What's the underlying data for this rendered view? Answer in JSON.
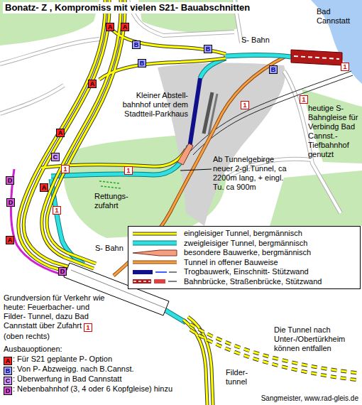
{
  "diagram": {
    "title": "Bonatz- Z , Kompromiss mit vielen S21- Bauabschnitten",
    "labels": [
      "A",
      "A",
      "B",
      "B",
      "B",
      "B",
      "1",
      "1",
      "1",
      "A",
      "A",
      "C",
      "D",
      "1",
      "1",
      "A",
      "1",
      "D",
      "A",
      "D",
      "S- Bahn",
      "Bad Cannstatt",
      "Kleiner Abstell- bahnhof unter dem Stadtteil-Parkhaus",
      "heutige S- Bahngleise für Verbindg Bad Cannst.- Tiefbahnhof genutzt",
      "Ab Tunnelgebirge neuer 2-gl.Tunnel, ca 2200m lang, + eingl. Tu. ca 900m",
      "Rettungs- zufahrt",
      "S- Bahn",
      "Grundversion für Verkehr wie heute: Feuerbacher- und Filder- Tunnel, dazu Bad Cannstatt über Zufahrt",
      "1",
      "(oben rechts)",
      "Ausbauoptionen:",
      "A",
      ": Für S21 geplante P- Option",
      "B",
      ": Von P- Abzweigg. nach B.Cannst.",
      "C",
      ": Überwerfung in Bad Cannstatt",
      "D",
      ": Nebenbahnhof (3, 4 oder 6 Kopfgleise) hinzu",
      "Die Tunnel nach Unter-/Obertürkheim können entfallen",
      "Filder- tunnel",
      "Sangmeister, www.rad-gleis.de"
    ],
    "legend": [
      {
        "text": "eingleisiger Tunnel, bergmännisch"
      },
      {
        "text": "zweigleisiger Tunnel, bergmännisch"
      },
      {
        "text": "besondere Bauwerke, bergmännisch"
      },
      {
        "text": "Tunnel in offener Bauweise"
      },
      {
        "text": "Trogbauwerk, Einschnitt- Stützwand"
      },
      {
        "text": "Bahnbrücke, Straßenbrücke, Stützwand"
      }
    ]
  }
}
